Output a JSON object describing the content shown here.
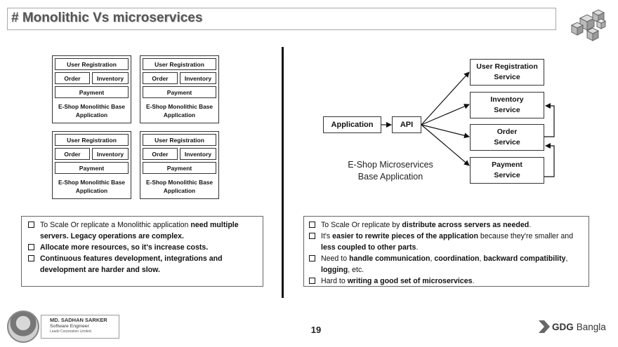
{
  "slide": {
    "title": "# Monolithic Vs microservices",
    "page_number": "19"
  },
  "monolith": {
    "cell_user_registration": "User Registration",
    "cell_order": "Order",
    "cell_inventory": "Inventory",
    "cell_payment": "Payment",
    "caption_line1": "E-Shop Monolithic Base",
    "caption_line2": "Application"
  },
  "microservices": {
    "application": "Application",
    "api": "API",
    "services": [
      {
        "line1": "User Registration",
        "line2": "Service"
      },
      {
        "line1": "Inventory",
        "line2": "Service"
      },
      {
        "line1": "Order",
        "line2": "Service"
      },
      {
        "line1": "Payment",
        "line2": "Service"
      }
    ],
    "caption_line1": "E-Shop Microservices",
    "caption_line2": "Base Application"
  },
  "left_notes": [
    {
      "normal": "To Scale Or replicate a Monolithic application ",
      "bold": "need multiple servers. Legacy operations are complex."
    },
    {
      "normal": "",
      "bold": "Allocate more resources, so it's increase costs."
    },
    {
      "normal": "",
      "bold": "Continuous features development, integrations and development are harder and slow."
    }
  ],
  "right_notes": {
    "n1_a": "To Scale Or replicate by ",
    "n1_b": "distribute across servers as needed",
    "n1_c": ".",
    "n2_a": "It's ",
    "n2_b": "easier to rewrite pieces of the application",
    "n2_c": " because they're smaller and ",
    "n2_d": "less coupled to other parts",
    "n2_e": ".",
    "n3_a": "Need to ",
    "n3_b": "handle communication",
    "n3_c": ", ",
    "n3_d": "coordination",
    "n3_e": ", ",
    "n3_f": "backward compatibility",
    "n3_g": ", ",
    "n3_h": "logging",
    "n3_i": ", etc.",
    "n4_a": "Hard to ",
    "n4_b": "writing a good set of microservices",
    "n4_c": "."
  },
  "author": {
    "name": "MD. SADHAN SARKER",
    "role": "Software Engineer",
    "company": "Leads Corporation Limited."
  },
  "brand": {
    "gdg_bold": "GDG",
    "gdg_rest": "Bangla"
  },
  "icons": {
    "logo": "isometric-cubes-logo-icon",
    "checkbox": "checkbox-bullet-icon",
    "gdg": "gdg-chevron-icon"
  }
}
